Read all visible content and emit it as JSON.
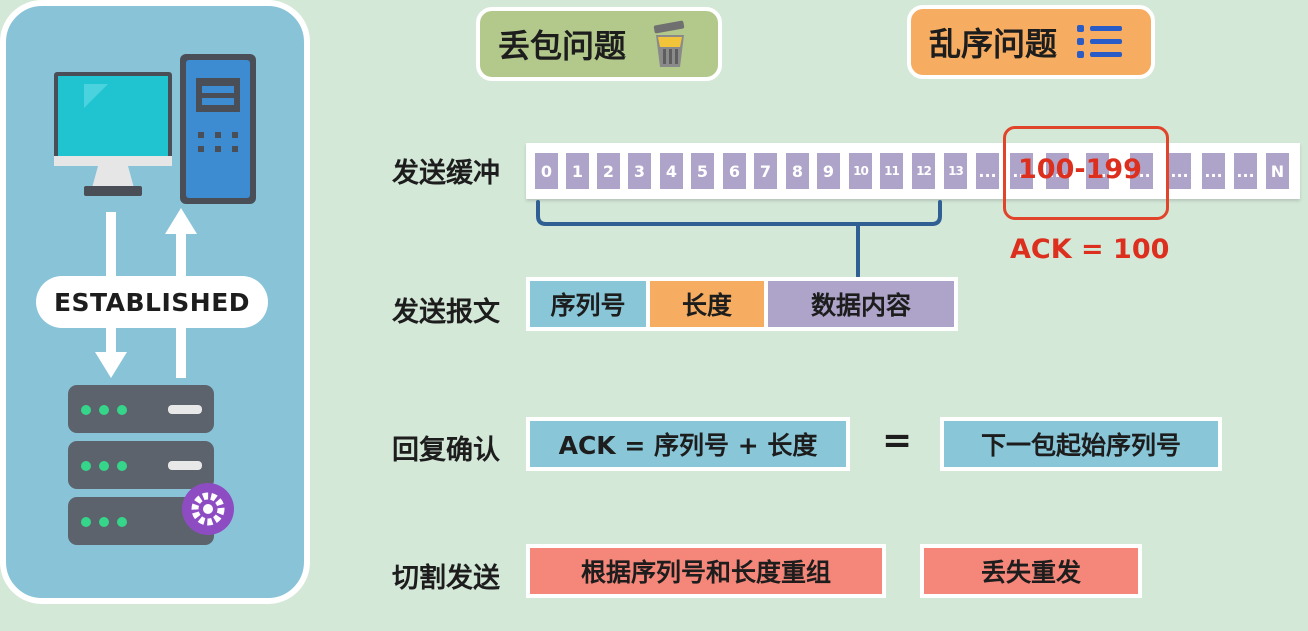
{
  "left_panel": {
    "status_label": "ESTABLISHED"
  },
  "badges": {
    "packet_loss": "丢包问题",
    "out_of_order": "乱序问题"
  },
  "rows": {
    "send_buffer": "发送缓冲",
    "send_segment": "发送报文",
    "reply_ack": "回复确认",
    "split_send": "切割发送"
  },
  "buffer_cells": [
    "0",
    "1",
    "2",
    "3",
    "4",
    "5",
    "6",
    "7",
    "8",
    "9",
    "10",
    "11",
    "12",
    "13",
    "...",
    "...",
    "...",
    "...",
    "...",
    "...",
    "...",
    "...",
    "N"
  ],
  "highlight": {
    "range": "100-199",
    "ack": "ACK = 100"
  },
  "segment_fields": {
    "seq": "序列号",
    "length": "长度",
    "data": "数据内容"
  },
  "ack_formula": {
    "left": "ACK = 序列号 + 长度",
    "equals": "=",
    "right": "下一包起始序列号"
  },
  "split_boxes": {
    "reassemble": "根据序列号和长度重组",
    "resend": "丢失重发"
  },
  "icons": [
    "desktop-computer-icon",
    "pc-tower-icon",
    "server-rack-icon",
    "gear-icon",
    "trash-can-icon",
    "list-icon",
    "arrow-up-icon",
    "arrow-down-icon"
  ],
  "colors": {
    "background": "#d4e8d8",
    "panel": "#89c3d8",
    "loss_badge": "#b3c98c",
    "order_badge": "#f6ad62",
    "buffer_cell": "#aea3c9",
    "highlight": "#e0442a",
    "seq_box": "#88c6d8",
    "length_box": "#f6ad62",
    "data_box": "#aea3c9",
    "split_box": "#f5877a"
  }
}
